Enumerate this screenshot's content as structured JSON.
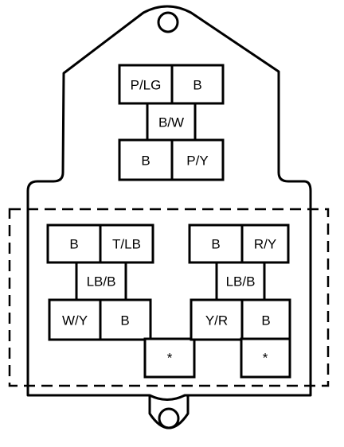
{
  "connectors": {
    "top": {
      "upper": [
        "P/LG",
        "B"
      ],
      "middle": "B/W",
      "lower": [
        "B",
        "P/Y"
      ]
    },
    "left": {
      "upper": [
        "B",
        "T/LB"
      ],
      "middle": "LB/B",
      "lower": [
        "W/Y",
        "B"
      ],
      "extra": "*"
    },
    "right": {
      "upper": [
        "B",
        "R/Y"
      ],
      "middle": "LB/B",
      "lower": [
        "Y/R",
        "B"
      ],
      "extra": "*"
    }
  }
}
